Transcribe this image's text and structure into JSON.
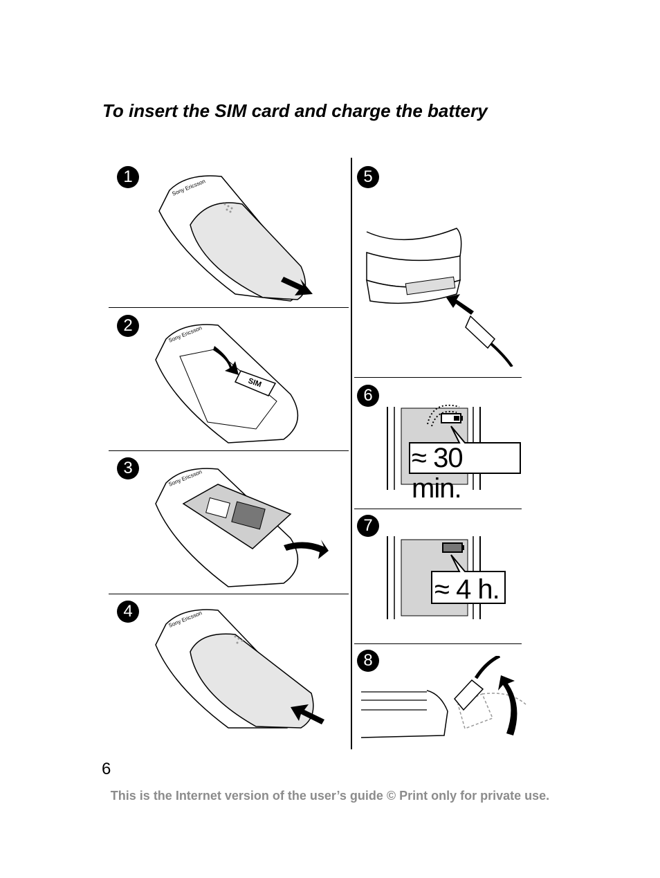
{
  "page": {
    "title": "To insert the SIM card and charge the battery",
    "page_number": "6",
    "footer": "This is the Internet version of the user’s guide © Print only for private use."
  },
  "steps": [
    {
      "number": "1"
    },
    {
      "number": "2",
      "label": "SIM"
    },
    {
      "number": "3"
    },
    {
      "number": "4"
    },
    {
      "number": "5"
    },
    {
      "number": "6",
      "callout": "≈ 30 min."
    },
    {
      "number": "7",
      "callout": "≈ 4 h."
    },
    {
      "number": "8"
    }
  ],
  "brand_text": "Sony Ericsson"
}
